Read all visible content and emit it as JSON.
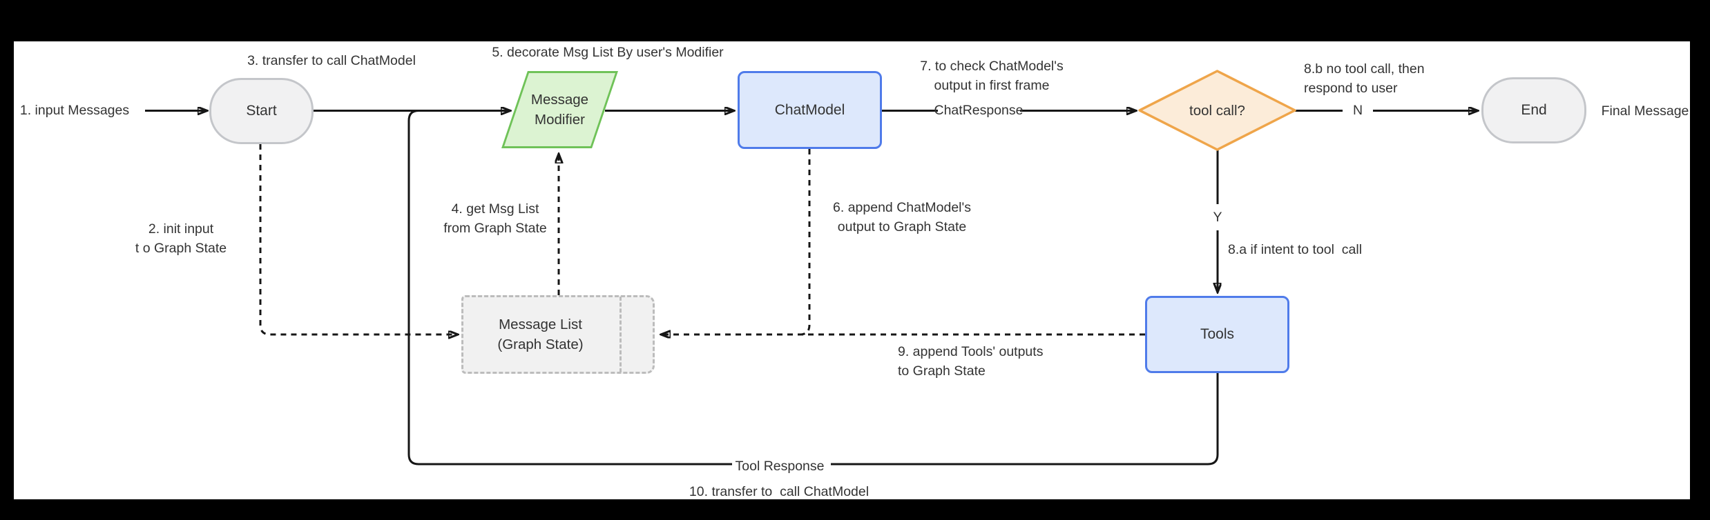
{
  "diagram_type": "flowchart",
  "colors": {
    "background": "#000000",
    "canvas": "#ffffff",
    "edge": "#161616",
    "label_text": "#333333",
    "neutral_node_fill": "#f1f1f2",
    "neutral_node_stroke": "#c4c6ca",
    "green_node_fill": "#dcf3d2",
    "green_node_stroke": "#6fc258",
    "blue_node_fill": "#dde8fc",
    "blue_node_stroke": "#4f7bea",
    "orange_node_fill": "#fcecd9",
    "orange_node_stroke": "#efa54a",
    "state_box_fill": "#f1f1f1",
    "state_box_stroke": "#bcbcbc"
  },
  "nodes": {
    "start": {
      "label": "Start",
      "shape": "stadium"
    },
    "message_modifier": {
      "lines": [
        "Message",
        "Modifier"
      ],
      "shape": "parallelogram"
    },
    "chat_model": {
      "label": "ChatModel",
      "shape": "rectangle"
    },
    "tool_call": {
      "label": "tool call?",
      "shape": "diamond"
    },
    "end": {
      "label": "End",
      "shape": "stadium"
    },
    "message_list": {
      "lines": [
        "Message List",
        "(Graph State)"
      ],
      "shape": "dashed-rectangle"
    },
    "tools": {
      "label": "Tools",
      "shape": "rectangle"
    }
  },
  "edge_labels": {
    "step1": "1. input Messages",
    "step2": [
      "2. init input",
      "t o Graph State"
    ],
    "step3": "3. transfer to call ChatModel",
    "step4": [
      "4. get Msg List",
      "from Graph State"
    ],
    "step5": "5. decorate Msg List By user's Modifier",
    "step6": [
      "6. append ChatModel's",
      "output to Graph State"
    ],
    "step7": [
      "7. to check ChatModel's",
      "output in first frame"
    ],
    "step8a": "8.a if intent to tool  call",
    "step8b": [
      "8.b no tool call, then",
      "respond to user"
    ],
    "step9": [
      "9. append Tools' outputs",
      "to Graph State"
    ],
    "step10": "10. transfer to  call ChatModel",
    "chat_response": "ChatResponse",
    "tool_response": "Tool Response",
    "final_message": "Final Message",
    "yes": "Y",
    "no": "N"
  }
}
